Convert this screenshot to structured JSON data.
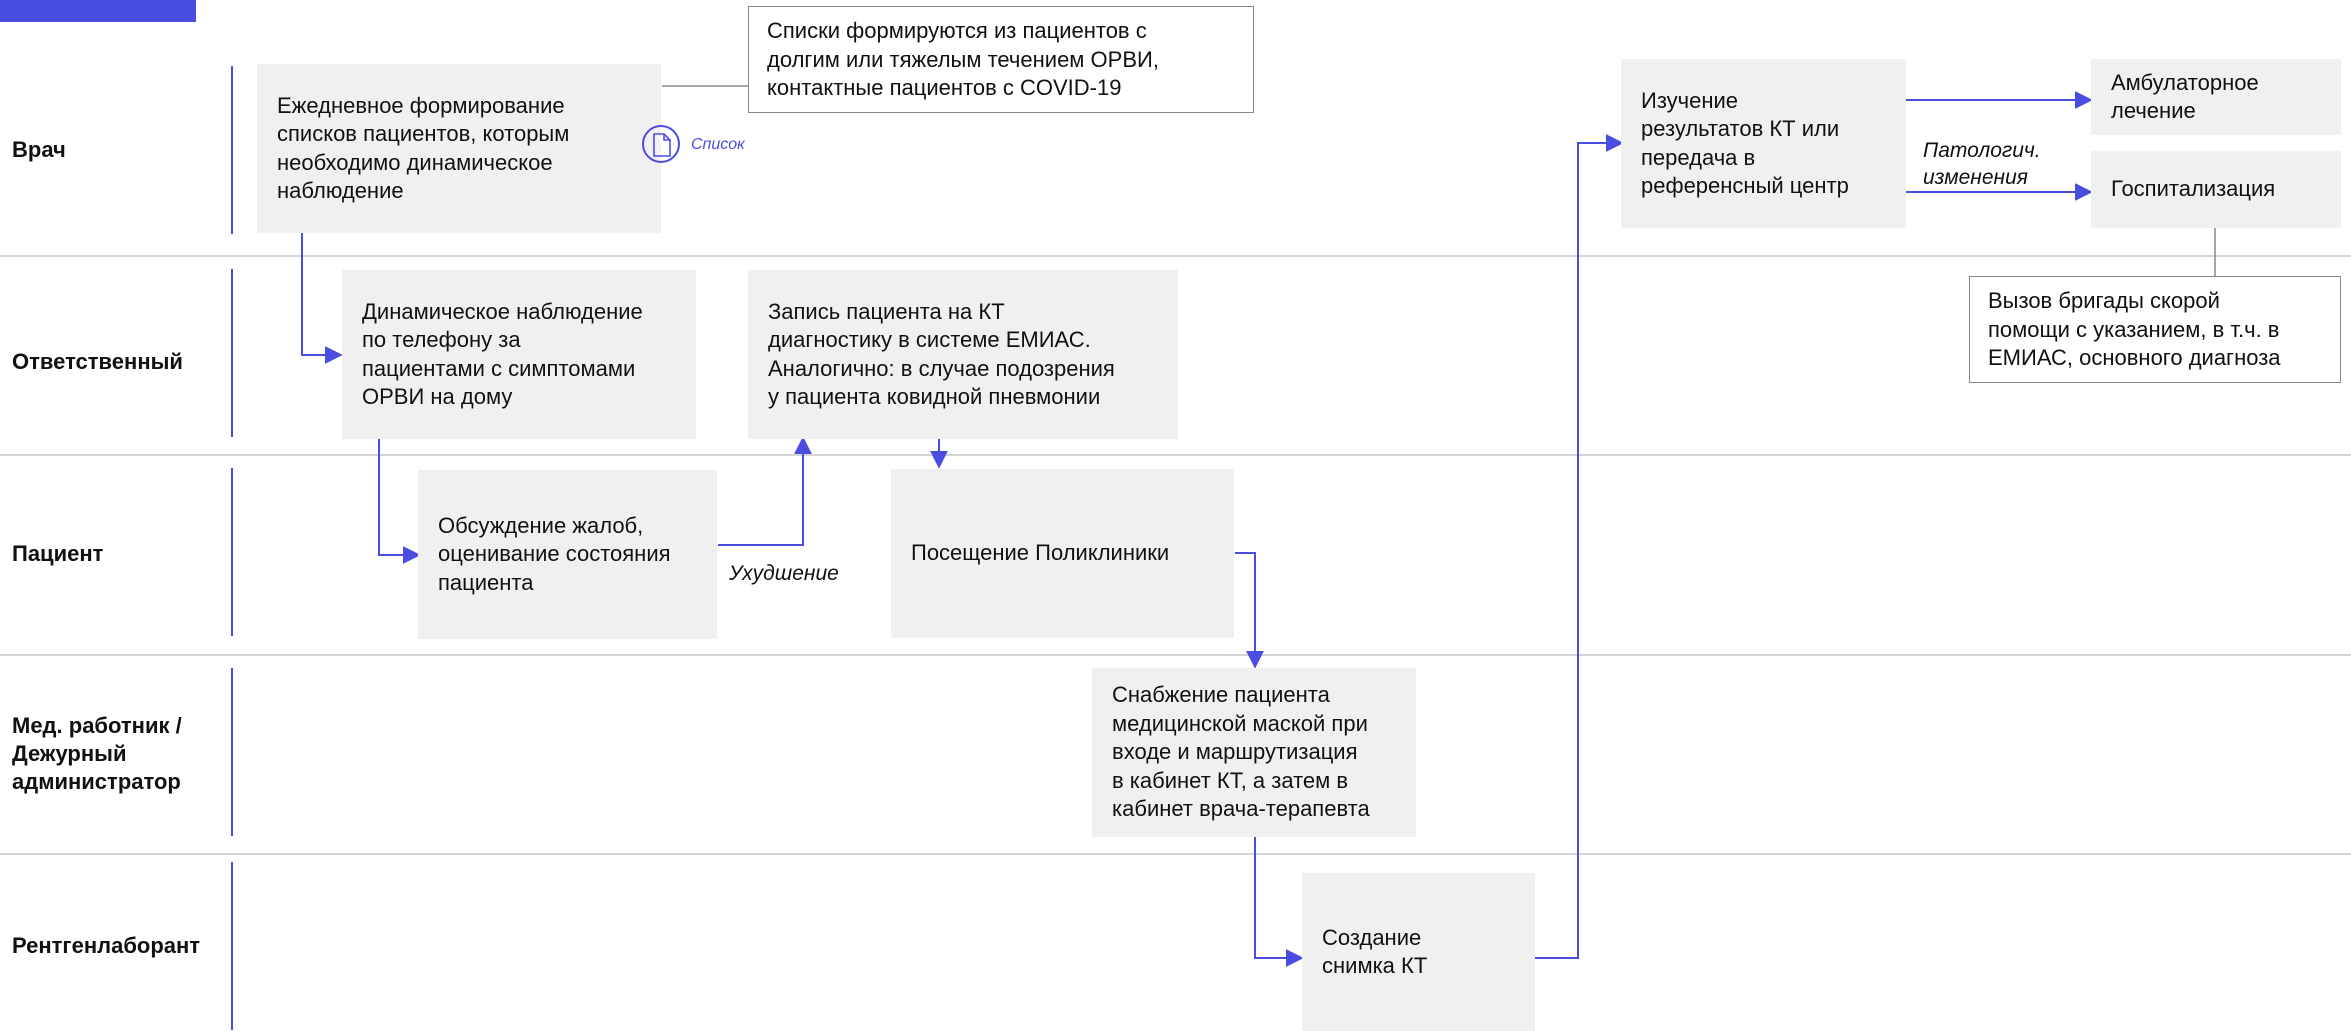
{
  "colors": {
    "accent": "#4a4ee0",
    "box_fill": "#f0f0f0",
    "separator": "#d6d6d6"
  },
  "lanes": {
    "doctor": "Врач",
    "responsible": "Ответственный",
    "patient": "Пациент",
    "medworker": "Мед. работник /\nДежурный\nадминистратор",
    "radiographer": "Рентгенлаборант"
  },
  "boxes": {
    "daily_lists": "Ежедневное формирование\nсписков пациентов, которым\nнеобходимо динамическое\nнаблюдение",
    "phone_monitoring": "Динамическое наблюдение\nпо телефону за\nпациентами с симптомами\nОРВИ на дому",
    "ct_appointment": "Запись пациента на КТ\nдиагностику в системе ЕМИАС.\nАналогично: в случае подозрения\nу пациента ковидной пневмонии",
    "complaints": "Обсуждение жалоб,\nоценивание состояния\nпациента",
    "clinic_visit": "Посещение Поликлиники",
    "mask_routing": "Снабжение пациента\nмедицинской маской при\nвходе и маршрутизация\nв кабинет КТ, а затем в\nкабинет врача-терапевта",
    "ct_scan": "Создание\nснимка КТ",
    "ct_review": "Изучение\nрезультатов КТ или\nпередача в\nреференсный центр",
    "outpatient": "Амбулаторное\nлечение",
    "hospitalization": "Госпитализация"
  },
  "notes": {
    "lists_note": "Списки формируются из пациентов с\nдолгим или тяжелым течением ОРВИ,\nконтактные пациентов с COVID-19",
    "ambulance_note": "Вызов бригады скорой\nпомощи с указанием, в т.ч. в\nЕМИАС, основного диагноза"
  },
  "labels": {
    "list_icon_label": "Список",
    "worsening": "Ухудшение",
    "pathology": "Патологич.\nизменения"
  },
  "icons": {
    "list": "document-icon"
  }
}
